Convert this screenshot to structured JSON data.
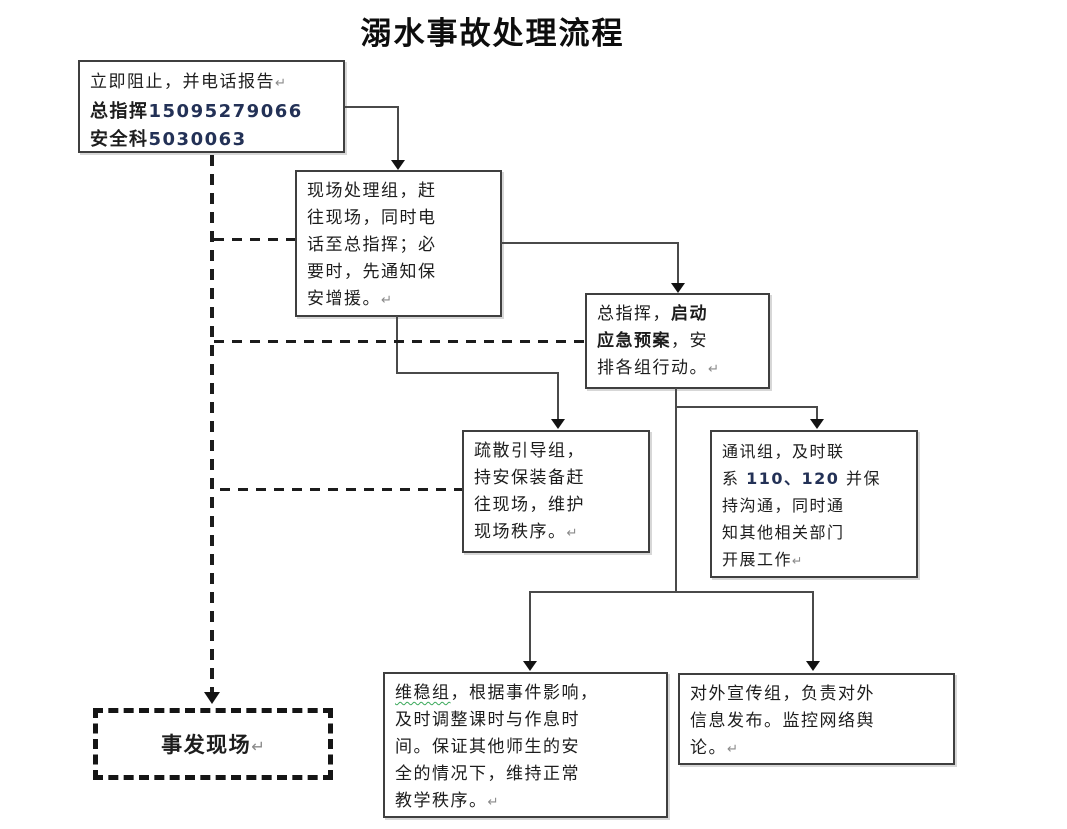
{
  "title": "溺水事故处理流程",
  "colors": {
    "box_border": "#3f3f3f",
    "connector": "#4a4a4a",
    "dashed_connector": "#1c1c1c",
    "text": "#1d1d1d",
    "phone_number_text": "#233156",
    "spellcheck_underline": "#3aa85a"
  },
  "nodes": {
    "report": {
      "lines": [
        [
          {
            "t": "立即阻止，并电话报告"
          },
          {
            "t": "↵",
            "ret": true
          }
        ],
        [
          {
            "t": "总指挥",
            "b": true
          },
          {
            "t": "15095279066",
            "b": true,
            "navy": true
          }
        ],
        [
          {
            "t": "安全科",
            "b": true
          },
          {
            "t": "5030063",
            "b": true,
            "navy": true
          }
        ]
      ]
    },
    "onsite": {
      "lines": [
        [
          {
            "t": "现场处理组，赶"
          }
        ],
        [
          {
            "t": "往现场，同时电"
          }
        ],
        [
          {
            "t": "话至总指挥；必"
          }
        ],
        [
          {
            "t": "要时，先通知保"
          }
        ],
        [
          {
            "t": "安增援。"
          },
          {
            "t": "↵",
            "ret": true
          }
        ]
      ]
    },
    "commander": {
      "lines": [
        [
          {
            "t": "总指挥，"
          },
          {
            "t": "启动",
            "b": true
          }
        ],
        [
          {
            "t": "应急预案",
            "b": true
          },
          {
            "t": "，安"
          }
        ],
        [
          {
            "t": "排各组行动。"
          },
          {
            "t": "↵",
            "ret": true
          }
        ]
      ]
    },
    "evacuation": {
      "lines": [
        [
          {
            "t": "疏散引导组，"
          }
        ],
        [
          {
            "t": "持安保装备赶"
          }
        ],
        [
          {
            "t": "往现场，维护"
          }
        ],
        [
          {
            "t": "现场秩序。"
          },
          {
            "t": "↵",
            "ret": true
          }
        ]
      ]
    },
    "communication": {
      "lines": [
        [
          {
            "t": "通讯组，及时联"
          }
        ],
        [
          {
            "t": "系 "
          },
          {
            "t": "110、120",
            "navy": true
          },
          {
            "t": " 并保"
          }
        ],
        [
          {
            "t": "持沟通，同时通"
          }
        ],
        [
          {
            "t": "知其他相关部门"
          }
        ],
        [
          {
            "t": "开展工作"
          },
          {
            "t": "↵",
            "ret": true
          }
        ]
      ]
    },
    "stability": {
      "lines": [
        [
          {
            "t": "维稳组",
            "u": true
          },
          {
            "t": "，根据事件影响，"
          }
        ],
        [
          {
            "t": "及时调整课时与作息时"
          }
        ],
        [
          {
            "t": "间。保证其他师生的安"
          }
        ],
        [
          {
            "t": "全的情况下，维持正常"
          }
        ],
        [
          {
            "t": "教学秩序。"
          },
          {
            "t": "↵",
            "ret": true
          }
        ]
      ]
    },
    "publicity": {
      "lines": [
        [
          {
            "t": "对外宣传组，负责对外"
          }
        ],
        [
          {
            "t": "信息发布。监控网络舆"
          }
        ],
        [
          {
            "t": "论。"
          },
          {
            "t": "↵",
            "ret": true
          }
        ]
      ]
    },
    "scene": {
      "lines": [
        [
          {
            "t": "事发现场",
            "b": true
          },
          {
            "t": "↵",
            "ret": true
          }
        ]
      ]
    }
  }
}
